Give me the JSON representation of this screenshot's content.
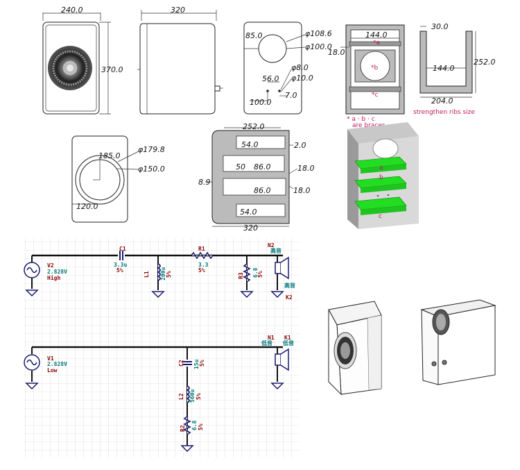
{
  "colors": {
    "brace_green": "#22dd22",
    "schematic_wire": "#1a1a1a",
    "component": "#1a1a6e",
    "label_red": "#8b0000",
    "label_green": "#007777",
    "pink": "#c2185b"
  },
  "front_view": {
    "width": "240.0",
    "height": "370.0"
  },
  "side_view": {
    "depth": "320"
  },
  "back_view": {
    "hole_offset": "85.0",
    "hole_dia_outer": "φ108.6",
    "hole_dia_inner": "φ100.0",
    "term_y": "56.0",
    "term_x": "100.0",
    "term_gap": "7.0",
    "term_dia_a": "φ8.0",
    "term_dia_b": "φ10.0"
  },
  "brace_plan": {
    "width": "144.0",
    "thick": "18.0",
    "label_a": "*a",
    "label_b": "*b",
    "label_c": "*c"
  },
  "rib_size": {
    "top": "30.0",
    "inner": "144.0",
    "height": "252.0",
    "bottom": "204.0",
    "caption": "strengthen ribs size"
  },
  "brace_note": {
    "line1": "* a · b · c",
    "line2": "are braces"
  },
  "baffle": {
    "cut": "185.0",
    "dia_outer": "φ179.8",
    "dia_inner": "φ150.0",
    "bottom": "120.0"
  },
  "section": {
    "top": "252.0",
    "r1": "54.0",
    "r1b": "2.0",
    "mid1": "50",
    "mid2": "86.0",
    "thick1": "18.0",
    "left": "8.9",
    "mid3": "86.0",
    "thick2": "18.0",
    "r4": "54.0",
    "bottom": "320"
  },
  "render_braces": {
    "a": "a",
    "b": "b",
    "c": "c"
  },
  "schematic": {
    "v2": {
      "name": "V2",
      "value": "2.828V",
      "band": "High"
    },
    "c1": {
      "name": "C1",
      "value": "3.3u",
      "tol": "5%"
    },
    "l1": {
      "name": "L1",
      "value": "200u",
      "tol": "5%"
    },
    "r1": {
      "name": "R1",
      "value": "3.3",
      "tol": "5%"
    },
    "r3": {
      "name": "R3",
      "value": "6.8",
      "tol": "5%"
    },
    "n2": {
      "name": "N2",
      "tag": "高音"
    },
    "k2": {
      "name": "K2",
      "tag": "高音"
    },
    "v1": {
      "name": "V1",
      "value": "2.828V",
      "band": "Low"
    },
    "n1": {
      "name": "N1",
      "tag": "低音"
    },
    "k1": {
      "name": "K1",
      "tag": "低音"
    },
    "c2": {
      "name": "C2",
      "value": "15u",
      "tol": "5%"
    },
    "l2": {
      "name": "L2",
      "value": "560u",
      "tol": "5%"
    },
    "r2": {
      "name": "R2",
      "value": "6.8",
      "tol": "5%"
    }
  }
}
